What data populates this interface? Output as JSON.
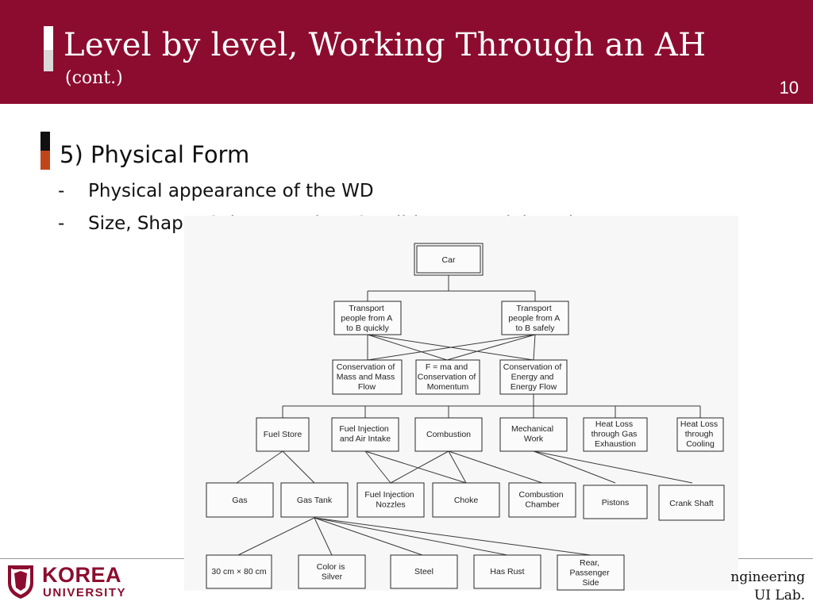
{
  "header": {
    "title": "Level by level, Working Through an AH",
    "subtitle": "(cont.)",
    "page_number": "10",
    "color": "#8c0c2f"
  },
  "content": {
    "heading": "5) Physical Form",
    "items": [
      {
        "dash": "-",
        "text": "Physical appearance of the WD"
      },
      {
        "dash": "-",
        "text": "Size, Shape, Color, Location, Condition, Material et al."
      }
    ]
  },
  "diagram": {
    "level1": {
      "car": "Car"
    },
    "level2": {
      "quick": [
        "Transport",
        "people from A",
        "to B quickly"
      ],
      "safe": [
        "Transport",
        "people from A",
        "to B safely"
      ]
    },
    "level3": {
      "mass": [
        "Conservation of",
        "Mass and Mass",
        "Flow"
      ],
      "fma": [
        "F = ma and",
        "Conservation of",
        "Momentum"
      ],
      "energy": [
        "Conservation of",
        "Energy and",
        "Energy Flow"
      ]
    },
    "level4": {
      "fuel_store": [
        "Fuel Store"
      ],
      "fuel_injection": [
        "Fuel Injection",
        "and Air Intake"
      ],
      "combustion": [
        "Combustion"
      ],
      "mechanical": [
        "Mechanical",
        "Work"
      ],
      "heat_gas": [
        "Heat Loss",
        "through Gas",
        "Exhaustion"
      ],
      "heat_cool": [
        "Heat Loss",
        "through",
        "Cooling"
      ]
    },
    "level5": {
      "gas": [
        "Gas"
      ],
      "gas_tank": [
        "Gas Tank"
      ],
      "nozzles": [
        "Fuel Injection",
        "Nozzles"
      ],
      "choke": [
        "Choke"
      ],
      "chamber": [
        "Combustion",
        "Chamber"
      ],
      "pistons": [
        "Pistons"
      ],
      "crank": [
        "Crank Shaft"
      ]
    },
    "level6": {
      "size": [
        "30 cm × 80 cm"
      ],
      "color": [
        "Color is",
        "Silver"
      ],
      "steel": [
        "Steel"
      ],
      "rust": [
        "Has Rust"
      ],
      "rear": [
        "Rear,",
        "Passenger",
        "Side"
      ]
    }
  },
  "footer": {
    "logo_top": "KOREA",
    "logo_bottom": "UNIVERSITY",
    "right_line1": "ngineering",
    "right_line2": "UI  Lab."
  }
}
